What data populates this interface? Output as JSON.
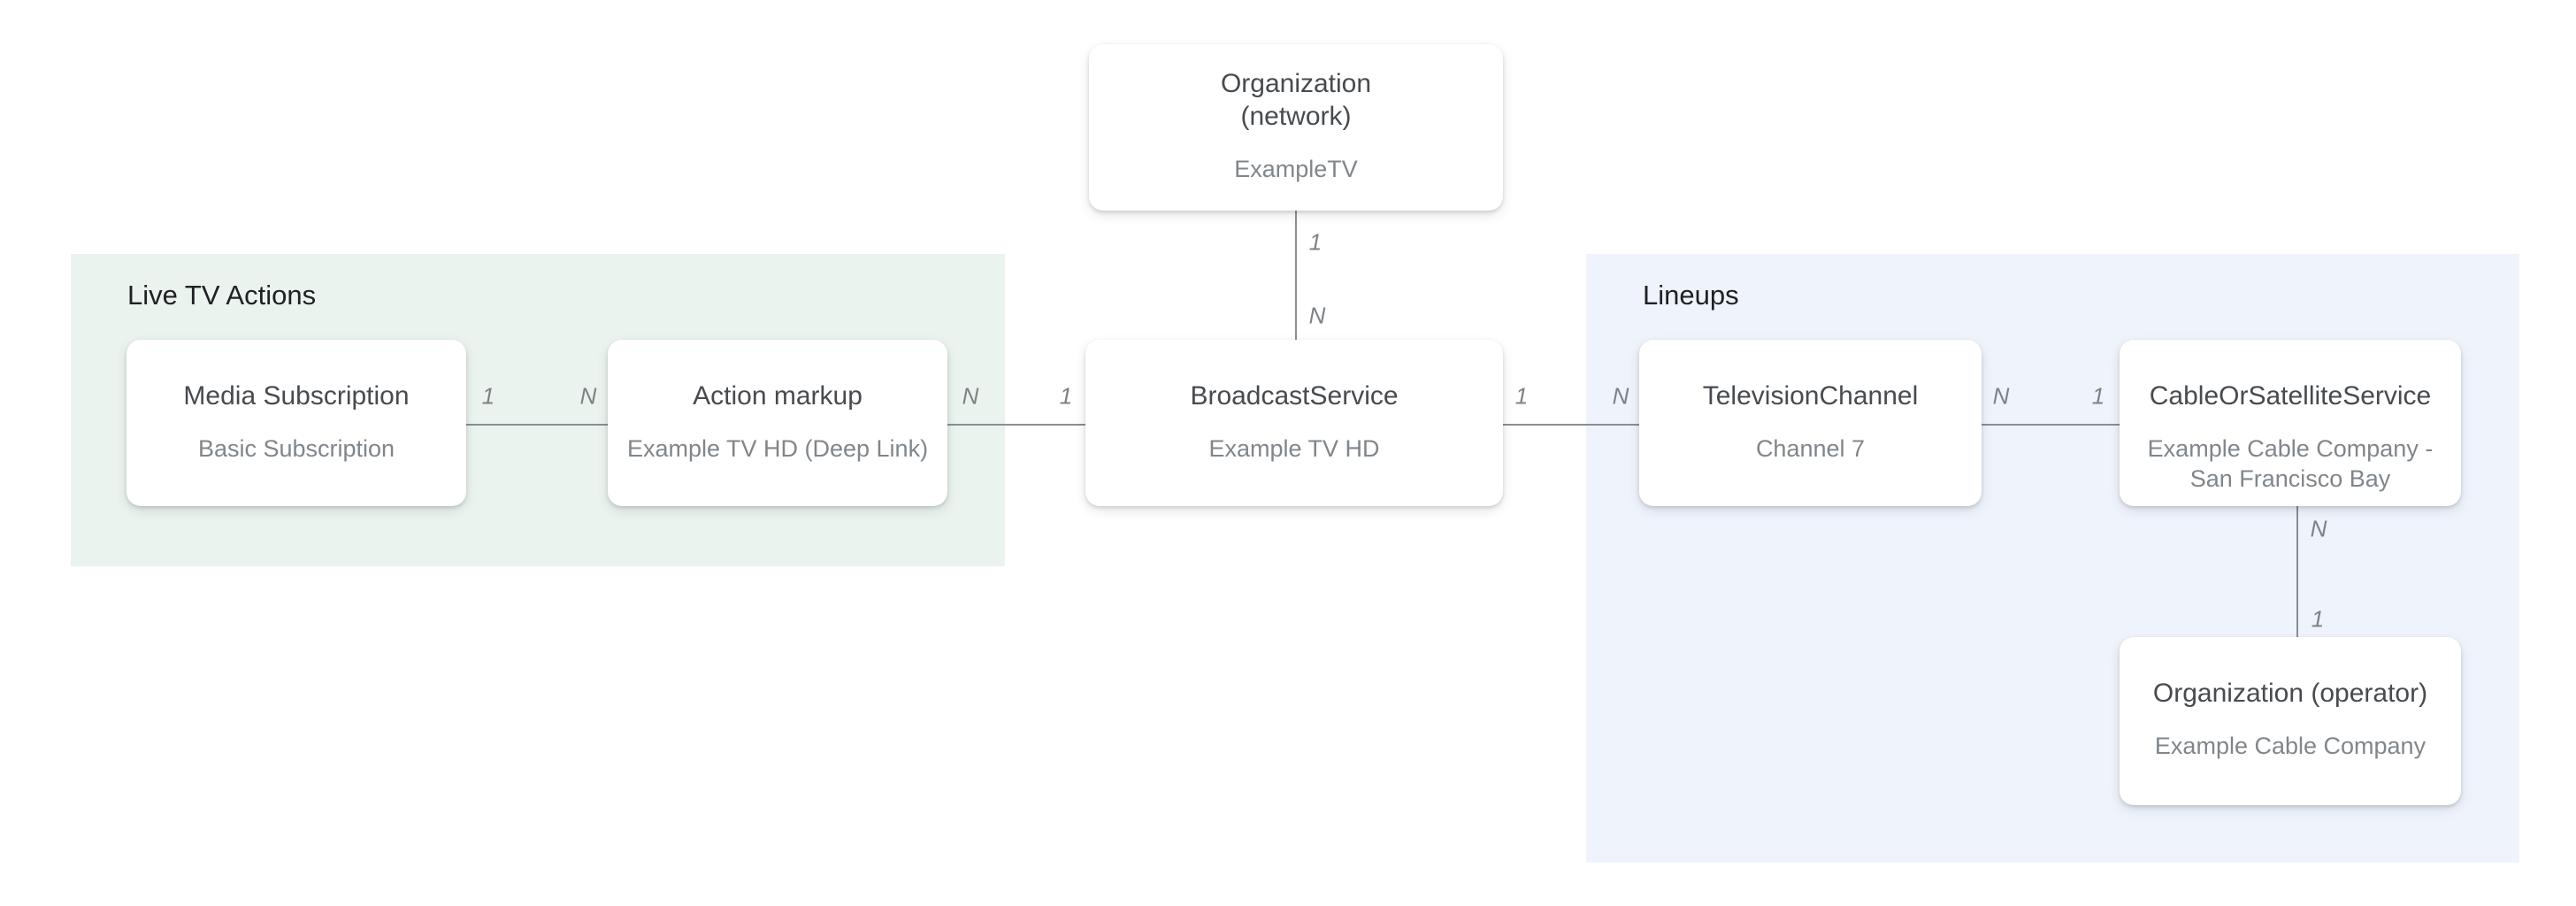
{
  "regions": {
    "live_tv_actions": {
      "label": "Live TV Actions",
      "background": "#eaf3ee"
    },
    "lineups": {
      "label": "Lineups",
      "background": "#eff3fc"
    }
  },
  "nodes": {
    "org_network": {
      "title": "Organization\n(network)",
      "subtitle": "ExampleTV"
    },
    "media_subscription": {
      "title": "Media Subscription",
      "subtitle": "Basic Subscription"
    },
    "action_markup": {
      "title": "Action markup",
      "subtitle": "Example TV HD (Deep Link)"
    },
    "broadcast_service": {
      "title": "BroadcastService",
      "subtitle": "Example TV HD"
    },
    "television_channel": {
      "title": "TelevisionChannel",
      "subtitle": "Channel 7"
    },
    "cable_or_satellite_service": {
      "title": "CableOrSatelliteService",
      "subtitle": "Example Cable Company -\nSan Francisco Bay"
    },
    "org_operator": {
      "title": "Organization (operator)",
      "subtitle": "Example Cable Company"
    }
  },
  "cardinality": {
    "network_end": "1",
    "broadcast_top_end": "N",
    "media_end": "1",
    "action_left_end": "N",
    "action_right_end": "N",
    "broadcast_left_end": "1",
    "broadcast_right_end": "1",
    "channel_left_end": "N",
    "channel_right_end": "N",
    "cable_left_end": "1",
    "cable_bottom_end": "N",
    "operator_end": "1"
  },
  "colors": {
    "line": "#898f94",
    "node_title": "#474b4f",
    "node_subtitle": "#80868b",
    "region_title": "#202124"
  }
}
